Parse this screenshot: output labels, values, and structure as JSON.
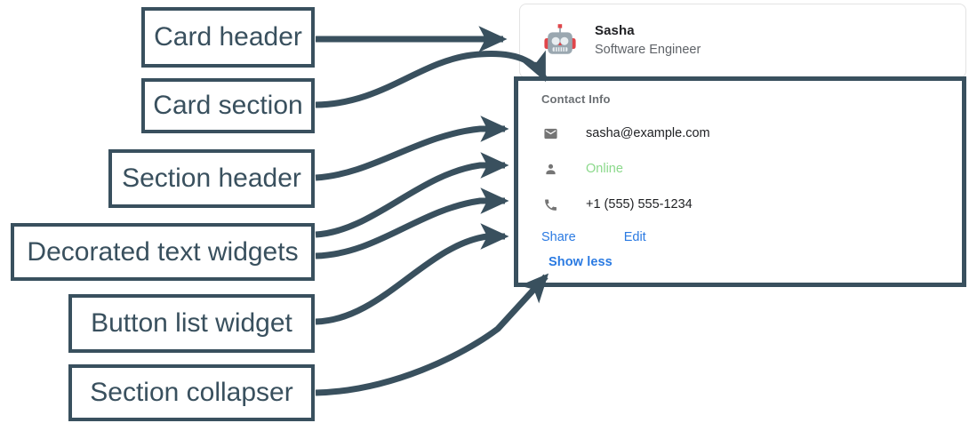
{
  "annotations": [
    {
      "id": "card-header",
      "label": "Card header"
    },
    {
      "id": "card-section",
      "label": "Card section"
    },
    {
      "id": "section-header",
      "label": "Section header"
    },
    {
      "id": "decorated-text",
      "label": "Decorated text widgets"
    },
    {
      "id": "button-list",
      "label": "Button list widget"
    },
    {
      "id": "section-collapser",
      "label": "Section collapser"
    }
  ],
  "card": {
    "header": {
      "avatar_icon": "robot-avatar-icon",
      "title": "Sasha",
      "subtitle": "Software Engineer"
    },
    "section": {
      "header": "Contact Info",
      "rows": [
        {
          "icon": "email-icon",
          "text": "sasha@example.com",
          "state": "default"
        },
        {
          "icon": "person-icon",
          "text": "Online",
          "state": "online"
        },
        {
          "icon": "phone-icon",
          "text": "+1 (555) 555-1234",
          "state": "default"
        }
      ],
      "buttons": [
        {
          "label": "Share"
        },
        {
          "label": "Edit"
        }
      ],
      "collapser": {
        "label": "Show less"
      }
    }
  },
  "colors": {
    "annotation_stroke": "#39505e",
    "link_blue": "#2a7ae2",
    "status_green": "#8bd98b",
    "icon_gray": "#757575",
    "section_header_gray": "#6b6f73",
    "card_border": "#e3e3e3"
  }
}
